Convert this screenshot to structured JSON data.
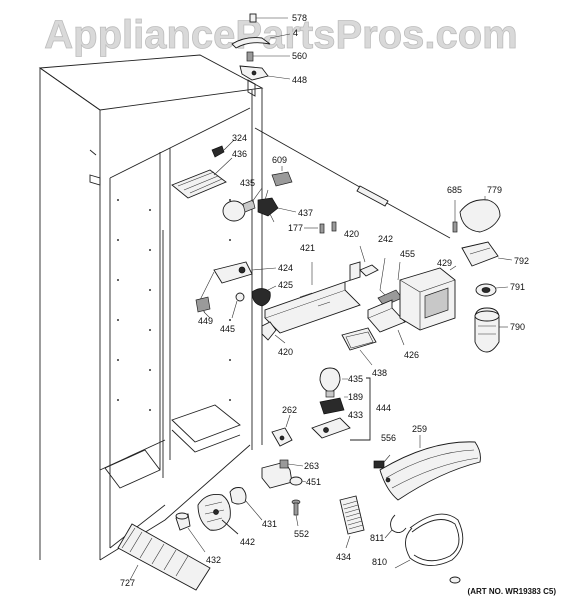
{
  "watermark": "AppliancePartsPros.com",
  "art_number": "(ART NO. WR19383 C5)",
  "callouts": {
    "p578": "578",
    "p4": "4",
    "p560": "560",
    "p448": "448",
    "p324": "324",
    "p436": "436",
    "p609": "609",
    "p435a": "435",
    "p437": "437",
    "p177": "177",
    "p421": "421",
    "p420a": "420",
    "p242": "242",
    "p455": "455",
    "p685": "685",
    "p779": "779",
    "p792": "792",
    "p429": "429",
    "p791": "791",
    "p790": "790",
    "p424": "424",
    "p425": "425",
    "p449": "449",
    "p445": "445",
    "p420b": "420",
    "p426": "426",
    "p438": "438",
    "p435b": "435",
    "p189": "189",
    "p433": "433",
    "p444": "444",
    "p262": "262",
    "p556": "556",
    "p259": "259",
    "p263": "263",
    "p451": "451",
    "p431": "431",
    "p442": "442",
    "p552": "552",
    "p432": "432",
    "p434": "434",
    "p811": "811",
    "p810": "810",
    "p727": "727"
  }
}
